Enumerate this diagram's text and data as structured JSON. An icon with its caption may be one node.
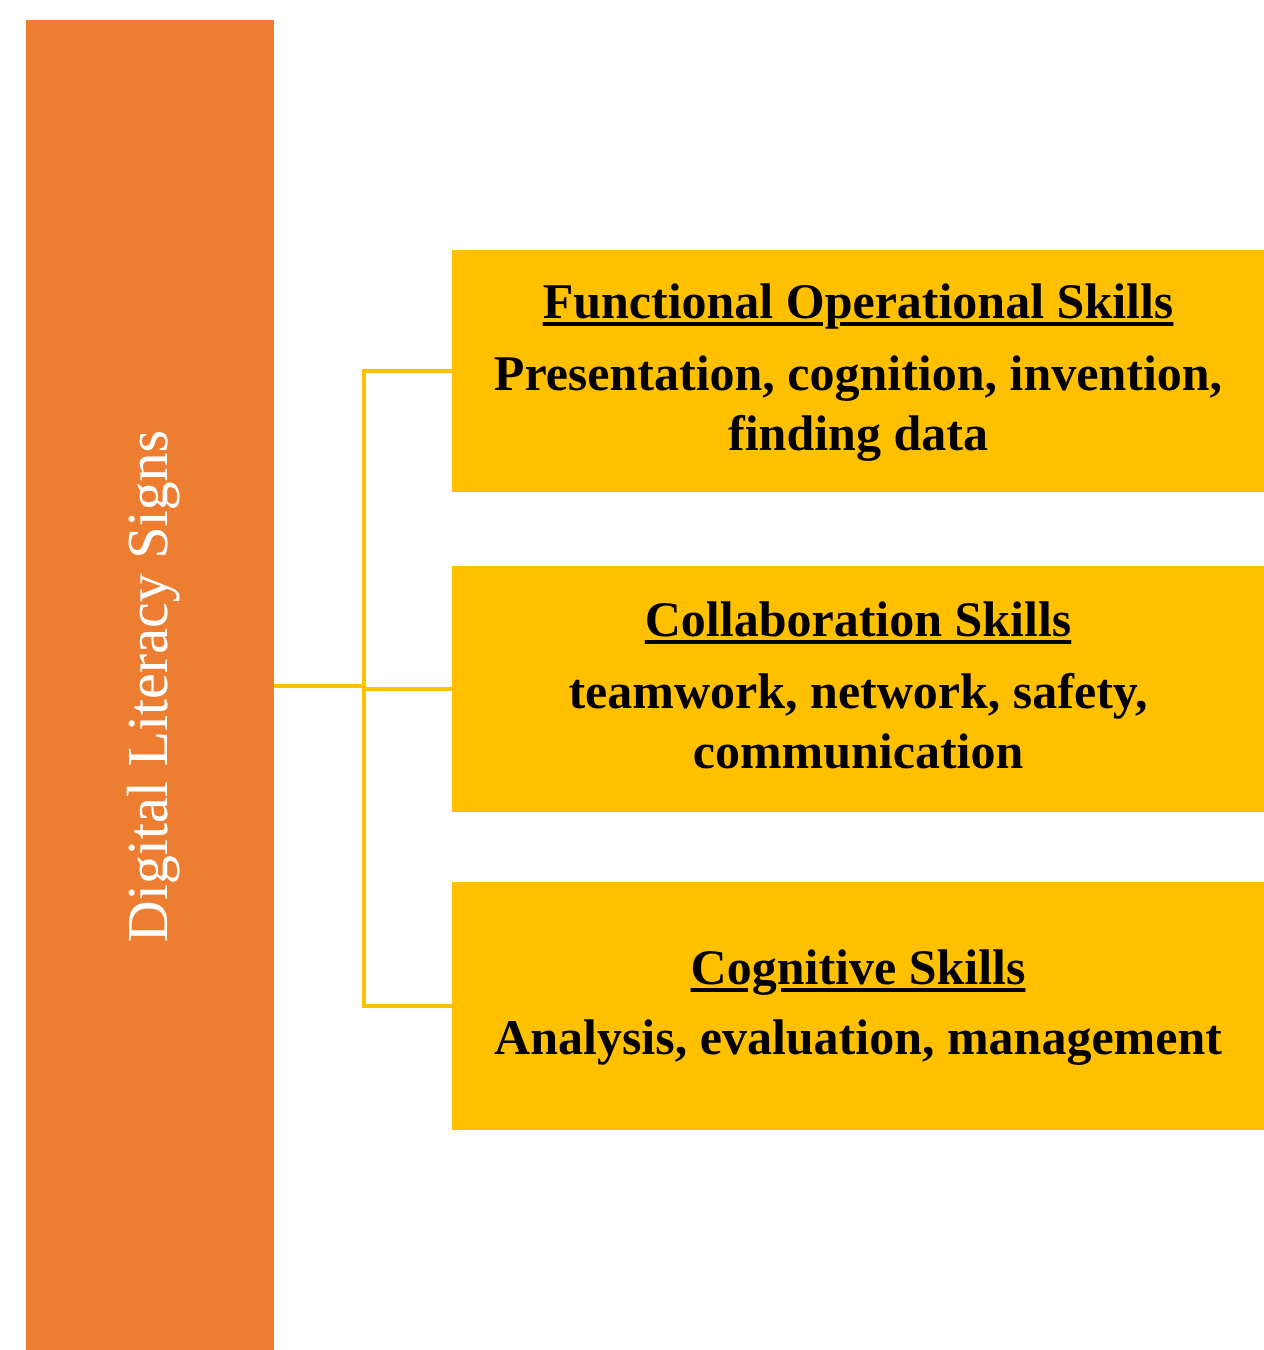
{
  "diagram": {
    "nodes": [
      {
        "text": [
          "Digital Literacy Signs"
        ]
      },
      {
        "text": [
          "Functional Operational Skills",
          "Presentation, cognition, invention, finding data"
        ]
      },
      {
        "text": [
          "Collaboration Skills",
          "teamwork, network, safety, communication"
        ]
      },
      {
        "text": [
          "Cognitive Skills",
          "Analysis, evaluation, management"
        ]
      }
    ],
    "edges": [
      {
        "from": 0,
        "to": 1,
        "arrow": "none"
      },
      {
        "from": 0,
        "to": 2,
        "arrow": "none"
      },
      {
        "from": 0,
        "to": 3,
        "arrow": "none"
      }
    ]
  }
}
